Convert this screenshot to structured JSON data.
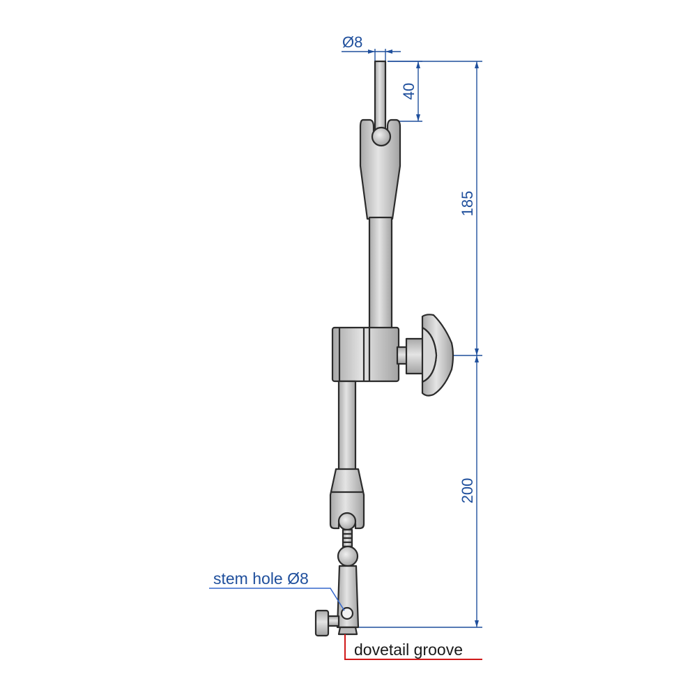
{
  "dimensions": {
    "rod_diameter": "Ø8",
    "rod_length": "40",
    "upper_arm_height": "185",
    "lower_arm_height": "200"
  },
  "callouts": {
    "stem_hole": "stem hole Ø8",
    "dovetail": "dovetail groove"
  },
  "colors": {
    "dimension": "#1f4f9c",
    "leader": "#3366cc",
    "dovetail_leader": "#d01818",
    "part_fill": "#c4c4c4",
    "part_outline": "#2b2b2b"
  }
}
